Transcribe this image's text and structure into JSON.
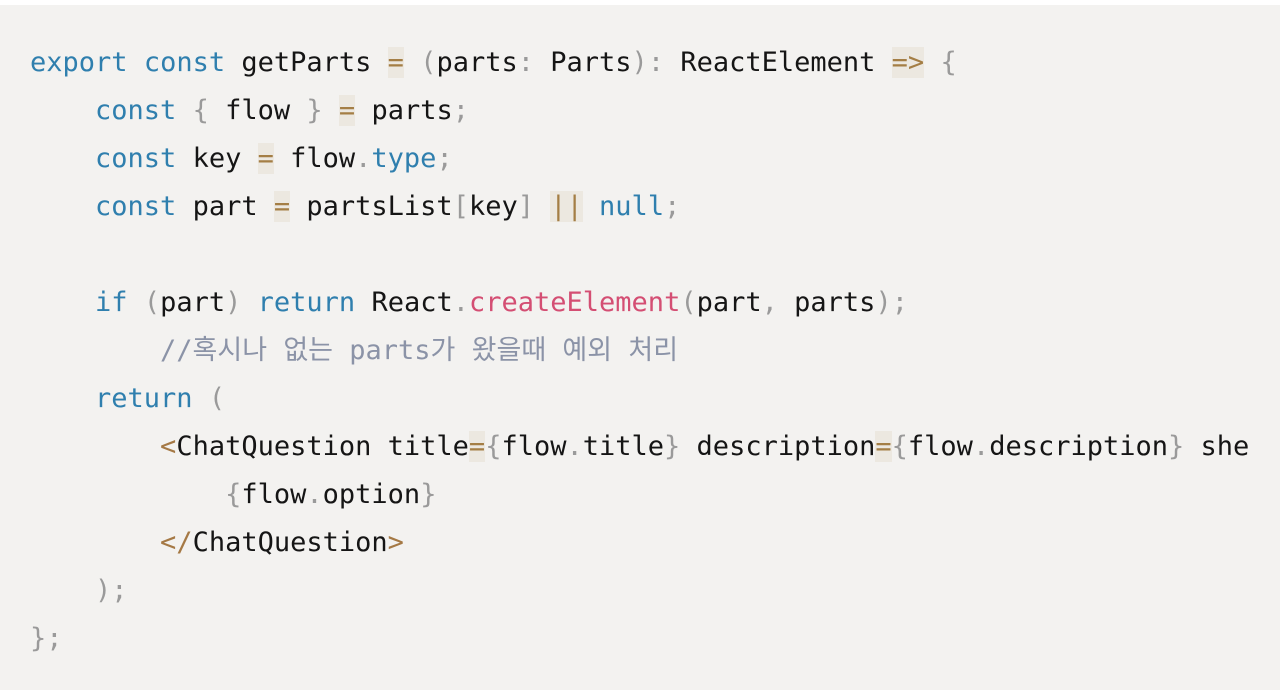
{
  "code_block": {
    "lines": [
      {
        "tokens": [
          {
            "text": "export",
            "type": "keyword"
          },
          {
            "text": " ",
            "type": "ident"
          },
          {
            "text": "const",
            "type": "keyword"
          },
          {
            "text": " getParts ",
            "type": "ident"
          },
          {
            "text": "=",
            "type": "operator"
          },
          {
            "text": " ",
            "type": "ident"
          },
          {
            "text": "(",
            "type": "punct"
          },
          {
            "text": "parts",
            "type": "ident"
          },
          {
            "text": ":",
            "type": "punct"
          },
          {
            "text": " Parts",
            "type": "ident"
          },
          {
            "text": ")",
            "type": "punct"
          },
          {
            "text": ":",
            "type": "punct"
          },
          {
            "text": " ReactElement ",
            "type": "ident"
          },
          {
            "text": "=>",
            "type": "operator"
          },
          {
            "text": " ",
            "type": "ident"
          },
          {
            "text": "{",
            "type": "punct"
          }
        ]
      },
      {
        "tokens": [
          {
            "text": "    ",
            "type": "ident"
          },
          {
            "text": "const",
            "type": "keyword"
          },
          {
            "text": " ",
            "type": "ident"
          },
          {
            "text": "{",
            "type": "punct"
          },
          {
            "text": " flow ",
            "type": "ident"
          },
          {
            "text": "}",
            "type": "punct"
          },
          {
            "text": " ",
            "type": "ident"
          },
          {
            "text": "=",
            "type": "operator"
          },
          {
            "text": " parts",
            "type": "ident"
          },
          {
            "text": ";",
            "type": "punct"
          }
        ]
      },
      {
        "tokens": [
          {
            "text": "    ",
            "type": "ident"
          },
          {
            "text": "const",
            "type": "keyword"
          },
          {
            "text": " key ",
            "type": "ident"
          },
          {
            "text": "=",
            "type": "operator"
          },
          {
            "text": " flow",
            "type": "ident"
          },
          {
            "text": ".",
            "type": "punct"
          },
          {
            "text": "type",
            "type": "keyword"
          },
          {
            "text": ";",
            "type": "punct"
          }
        ]
      },
      {
        "tokens": [
          {
            "text": "    ",
            "type": "ident"
          },
          {
            "text": "const",
            "type": "keyword"
          },
          {
            "text": " part ",
            "type": "ident"
          },
          {
            "text": "=",
            "type": "operator"
          },
          {
            "text": " partsList",
            "type": "ident"
          },
          {
            "text": "[",
            "type": "punct"
          },
          {
            "text": "key",
            "type": "ident"
          },
          {
            "text": "]",
            "type": "punct"
          },
          {
            "text": " ",
            "type": "ident"
          },
          {
            "text": "||",
            "type": "operator"
          },
          {
            "text": " ",
            "type": "ident"
          },
          {
            "text": "null",
            "type": "null"
          },
          {
            "text": ";",
            "type": "punct"
          }
        ]
      },
      {
        "tokens": []
      },
      {
        "tokens": [
          {
            "text": "    ",
            "type": "ident"
          },
          {
            "text": "if",
            "type": "keyword"
          },
          {
            "text": " ",
            "type": "ident"
          },
          {
            "text": "(",
            "type": "punct"
          },
          {
            "text": "part",
            "type": "ident"
          },
          {
            "text": ")",
            "type": "punct"
          },
          {
            "text": " ",
            "type": "ident"
          },
          {
            "text": "return",
            "type": "keyword"
          },
          {
            "text": " React",
            "type": "ident"
          },
          {
            "text": ".",
            "type": "punct"
          },
          {
            "text": "createElement",
            "type": "call"
          },
          {
            "text": "(",
            "type": "punct"
          },
          {
            "text": "part",
            "type": "ident"
          },
          {
            "text": ",",
            "type": "punct"
          },
          {
            "text": " parts",
            "type": "ident"
          },
          {
            "text": ")",
            "type": "punct"
          },
          {
            "text": ";",
            "type": "punct"
          }
        ]
      },
      {
        "tokens": [
          {
            "text": "        ",
            "type": "ident"
          },
          {
            "text": "//혹시나 없는 parts가 왔을때 예외 처리",
            "type": "comment"
          }
        ]
      },
      {
        "tokens": [
          {
            "text": "    ",
            "type": "ident"
          },
          {
            "text": "return",
            "type": "keyword"
          },
          {
            "text": " ",
            "type": "ident"
          },
          {
            "text": "(",
            "type": "punct"
          }
        ]
      },
      {
        "tokens": [
          {
            "text": "        ",
            "type": "ident"
          },
          {
            "text": "<",
            "type": "tag"
          },
          {
            "text": "ChatQuestion title",
            "type": "ident"
          },
          {
            "text": "=",
            "type": "operator"
          },
          {
            "text": "{",
            "type": "punct"
          },
          {
            "text": "flow",
            "type": "ident"
          },
          {
            "text": ".",
            "type": "punct"
          },
          {
            "text": "title",
            "type": "ident"
          },
          {
            "text": "}",
            "type": "punct"
          },
          {
            "text": " description",
            "type": "ident"
          },
          {
            "text": "=",
            "type": "operator"
          },
          {
            "text": "{",
            "type": "punct"
          },
          {
            "text": "flow",
            "type": "ident"
          },
          {
            "text": ".",
            "type": "punct"
          },
          {
            "text": "description",
            "type": "ident"
          },
          {
            "text": "}",
            "type": "punct"
          },
          {
            "text": " she",
            "type": "ident"
          }
        ]
      },
      {
        "tokens": [
          {
            "text": "            ",
            "type": "ident"
          },
          {
            "text": "{",
            "type": "punct"
          },
          {
            "text": "flow",
            "type": "ident"
          },
          {
            "text": ".",
            "type": "punct"
          },
          {
            "text": "option",
            "type": "ident"
          },
          {
            "text": "}",
            "type": "punct"
          }
        ]
      },
      {
        "tokens": [
          {
            "text": "        ",
            "type": "ident"
          },
          {
            "text": "</",
            "type": "tag"
          },
          {
            "text": "ChatQuestion",
            "type": "ident"
          },
          {
            "text": ">",
            "type": "tag"
          }
        ]
      },
      {
        "tokens": [
          {
            "text": "    ",
            "type": "ident"
          },
          {
            "text": ")",
            "type": "punct"
          },
          {
            "text": ";",
            "type": "punct"
          }
        ]
      },
      {
        "tokens": [
          {
            "text": "}",
            "type": "punct"
          },
          {
            "text": ";",
            "type": "punct"
          }
        ]
      }
    ]
  }
}
